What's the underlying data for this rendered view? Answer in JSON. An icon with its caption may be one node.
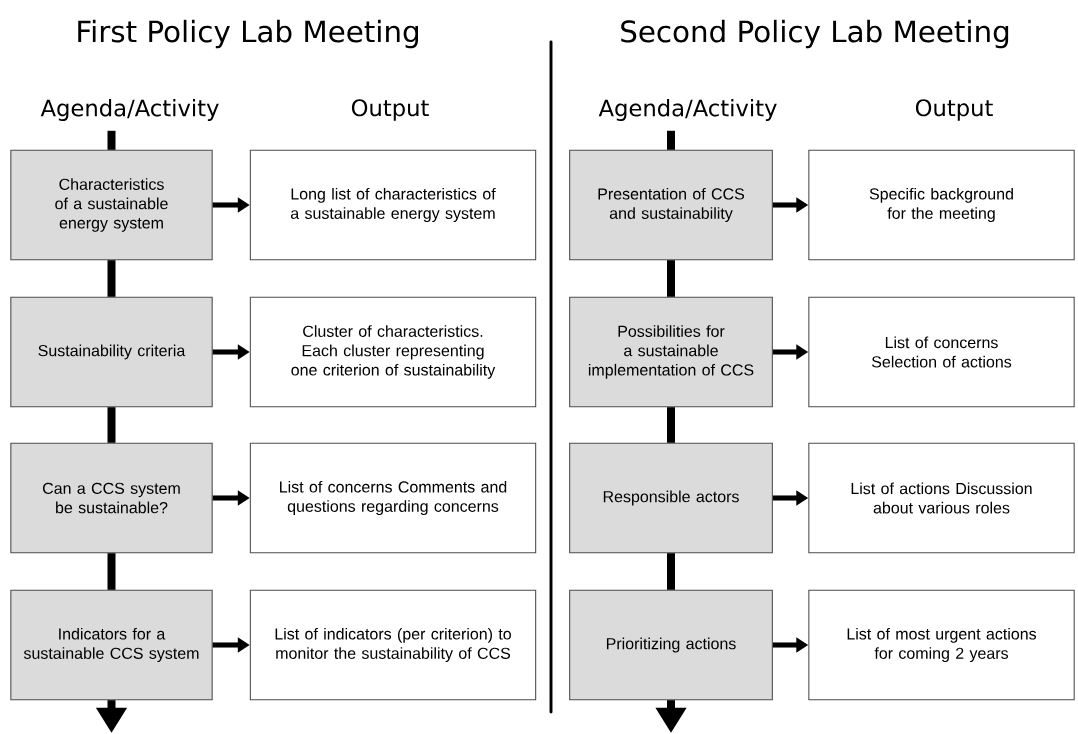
{
  "diagram": {
    "nodes": [
      {
        "text": [
          "Characteristics of a sustainable energy system"
        ]
      },
      {
        "text": [
          "Sustainability criteria"
        ]
      },
      {
        "text": [
          "Can a CCS system be sustainable?"
        ]
      },
      {
        "text": [
          "Indicators for a sustainable CCS system"
        ]
      },
      {
        "text": [
          "Long list of characteristics of a sustainable energy system"
        ]
      },
      {
        "text": [
          "Cluster of characteristics. Each cluster representing one criterion of sustainability"
        ]
      },
      {
        "text": [
          "List of concerns Comments and questions regarding concerns"
        ]
      },
      {
        "text": [
          "List of indicators (per criterion) to monitor the sustainability of CCS"
        ]
      },
      {
        "text": [
          "Presentation of CCS and sustainability"
        ]
      },
      {
        "text": [
          "Possibilities for a sustainable implementation of CCS"
        ]
      },
      {
        "text": [
          "Responsible actors"
        ]
      },
      {
        "text": [
          "Prioritizing actions"
        ]
      },
      {
        "text": [
          "Specific background for the meeting"
        ]
      },
      {
        "text": [
          "List of concerns Selection of actions"
        ]
      },
      {
        "text": [
          "List of actions Discussion about various roles"
        ]
      },
      {
        "text": [
          "List of most urgent actions for coming 2 years"
        ]
      }
    ],
    "edges": [
      {
        "from": null,
        "to": 0,
        "arrow": "none"
      },
      {
        "from": 0,
        "to": 1,
        "arrow": "none"
      },
      {
        "from": 1,
        "to": 2,
        "arrow": "none"
      },
      {
        "from": 2,
        "to": 3,
        "arrow": "none"
      },
      {
        "from": 3,
        "to": null,
        "arrow": "to"
      },
      {
        "from": 0,
        "to": 4,
        "arrow": "to"
      },
      {
        "from": 1,
        "to": 5,
        "arrow": "to"
      },
      {
        "from": 2,
        "to": 6,
        "arrow": "to"
      },
      {
        "from": 3,
        "to": 7,
        "arrow": "to"
      },
      {
        "from": null,
        "to": 8,
        "arrow": "none"
      },
      {
        "from": 8,
        "to": 9,
        "arrow": "none"
      },
      {
        "from": 9,
        "to": 10,
        "arrow": "none"
      },
      {
        "from": 10,
        "to": 11,
        "arrow": "none"
      },
      {
        "from": 11,
        "to": null,
        "arrow": "to"
      },
      {
        "from": 8,
        "to": 12,
        "arrow": "to"
      },
      {
        "from": 9,
        "to": 13,
        "arrow": "to"
      },
      {
        "from": 10,
        "to": 14,
        "arrow": "to"
      },
      {
        "from": 11,
        "to": 15,
        "arrow": "to"
      }
    ],
    "labels": [
      "First Policy Lab Meeting",
      "Second Policy Lab Meeting",
      "Agenda/Activity",
      "Output",
      "Agenda/Activity",
      "Output"
    ]
  }
}
